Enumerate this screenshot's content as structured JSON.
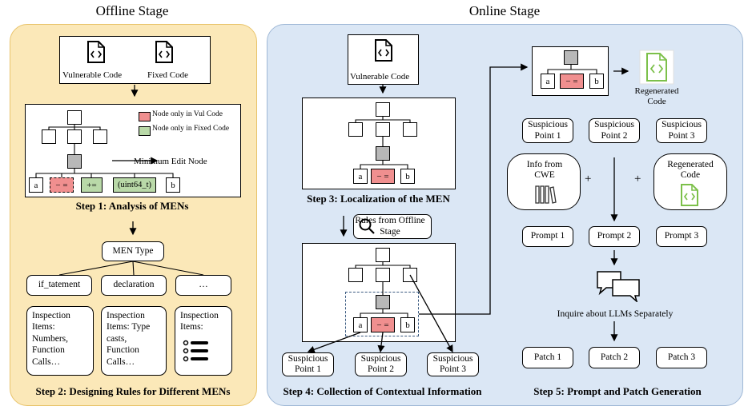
{
  "offline": {
    "title": "Offline Stage",
    "vulnerable_code": "Vulnerable Code",
    "fixed_code": "Fixed Code",
    "legend_vul": "Node only in Vul Code",
    "legend_fixed": "Node only in Fixed Code",
    "min_edit_node": "Minimum Edit Node",
    "nodes": [
      "a",
      "− =",
      "+=",
      "(uint64_t)",
      "b"
    ],
    "step1": "Step 1: Analysis of MENs",
    "men_type": "MEN Type",
    "types": [
      "if_tatement",
      "declaration",
      "…"
    ],
    "inspections": [
      "Inspection Items: Numbers, Function Calls…",
      "Inspection Items: Type casts, Function Calls…",
      "Inspection Items:"
    ],
    "step2": "Step 2: Designing Rules for Different MENs"
  },
  "online": {
    "title": "Online Stage",
    "vulnerable_code": "Vulnerable Code",
    "step3": "Step 3: Localization of the MEN",
    "rules_from": "Rules from Offline Stage",
    "nodes": [
      "a",
      "− =",
      "b"
    ],
    "suspicious_points": [
      "Suspicious Point 1",
      "Suspicious Point 2",
      "Suspicious Point 3"
    ],
    "step4": "Step 4: Collection of Contextual Information",
    "regenerated_code": "Regenerated Code",
    "info_cwe": "Info from CWE",
    "plus": "+",
    "prompts": [
      "Prompt 1",
      "Prompt 2",
      "Prompt 3"
    ],
    "inquire": "Inquire about LLMs Separately",
    "patches": [
      "Patch 1",
      "Patch 2",
      "Patch 3"
    ],
    "step5": "Step 5:  Prompt and Patch Generation"
  },
  "colors": {
    "vul_node": "#f08f8f",
    "fixed_node": "#b9d9a8",
    "men_node": "#b8b8b8",
    "code_icon_green": "#7cc04a"
  }
}
